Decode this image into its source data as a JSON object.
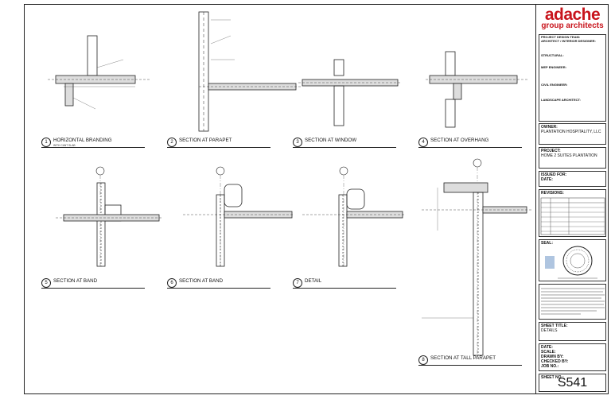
{
  "titleblock": {
    "logo_line1": "adache",
    "logo_line2": "group architects",
    "project_design_team": "PROJECT DESIGN TEAM:",
    "architect": "ARCHITECT / INTERIOR DESIGNER:",
    "structural": "STRUCTURAL:",
    "mep": "MEP ENGINEER:",
    "civil": "CIVIL ENGINEER:",
    "landscape": "LANDSCAPE ARCHITECT:",
    "owner_label": "OWNER:",
    "owner": "PLANTATION HOSPITALITY, LLC",
    "project_label": "PROJECT:",
    "project": "HOME 2 SUITES PLANTATION",
    "issued_for_label": "ISSUED FOR:",
    "date_label": "DATE:",
    "revisions_label": "REVISIONS:",
    "seal_label": "SEAL:",
    "sheet_title_label": "SHEET TITLE:",
    "sheet_title": "DETAILS",
    "meta_labels": [
      "DATE:",
      "SCALE:",
      "DRAWN BY:",
      "CHECKED BY:",
      "JOB NO.:"
    ],
    "sheet_no_label": "SHEET NO.:",
    "sheet_no": "S541"
  },
  "details": [
    {
      "num": "1",
      "title": "HORIZONTAL BRANDING",
      "sub": "WITH CANT SLAB"
    },
    {
      "num": "2",
      "title": "SECTION AT PARAPET",
      "sub": ""
    },
    {
      "num": "3",
      "title": "SECTION AT WINDOW",
      "sub": ""
    },
    {
      "num": "4",
      "title": "SECTION AT OVERHANG",
      "sub": ""
    },
    {
      "num": "5",
      "title": "SECTION AT BAND",
      "sub": ""
    },
    {
      "num": "6",
      "title": "SECTION AT BAND",
      "sub": ""
    },
    {
      "num": "7",
      "title": "DETAIL",
      "sub": ""
    },
    {
      "num": "8",
      "title": "SECTION AT TALL PARAPET",
      "sub": ""
    }
  ]
}
